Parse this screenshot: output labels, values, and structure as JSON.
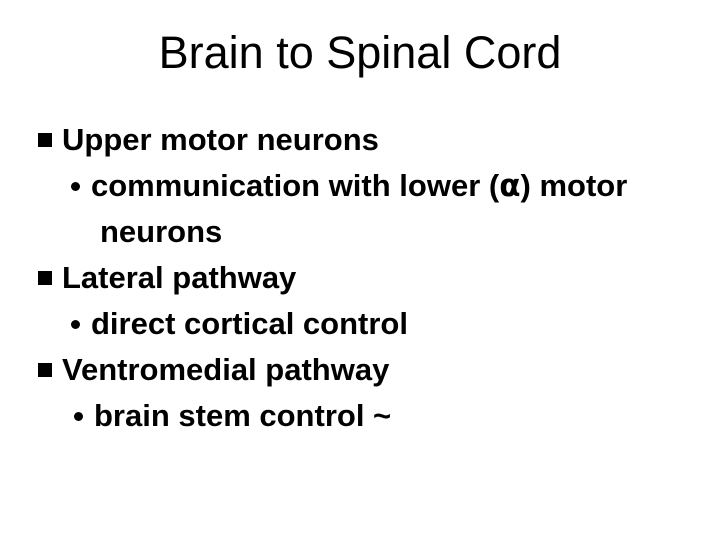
{
  "slide": {
    "title": "Brain to Spinal Cord",
    "background_color": "#ffffff",
    "text_color": "#000000",
    "bullets": [
      {
        "level": 1,
        "marker": "square-bullet",
        "text": "Upper motor neurons"
      },
      {
        "level": 2,
        "marker": "dot-bullet",
        "text_before_symbol": "communication with lower (",
        "symbol": "α",
        "text_after_symbol": ") motor",
        "continuation": "neurons"
      },
      {
        "level": 1,
        "marker": "square-bullet",
        "text": "Lateral pathway"
      },
      {
        "level": 2,
        "marker": "dot-bullet",
        "text": "direct cortical control"
      },
      {
        "level": 1,
        "marker": "square-bullet",
        "text": "Ventromedial pathway"
      },
      {
        "level": 2,
        "marker": "dot-bullet",
        "text": "brain stem control ~"
      }
    ]
  }
}
